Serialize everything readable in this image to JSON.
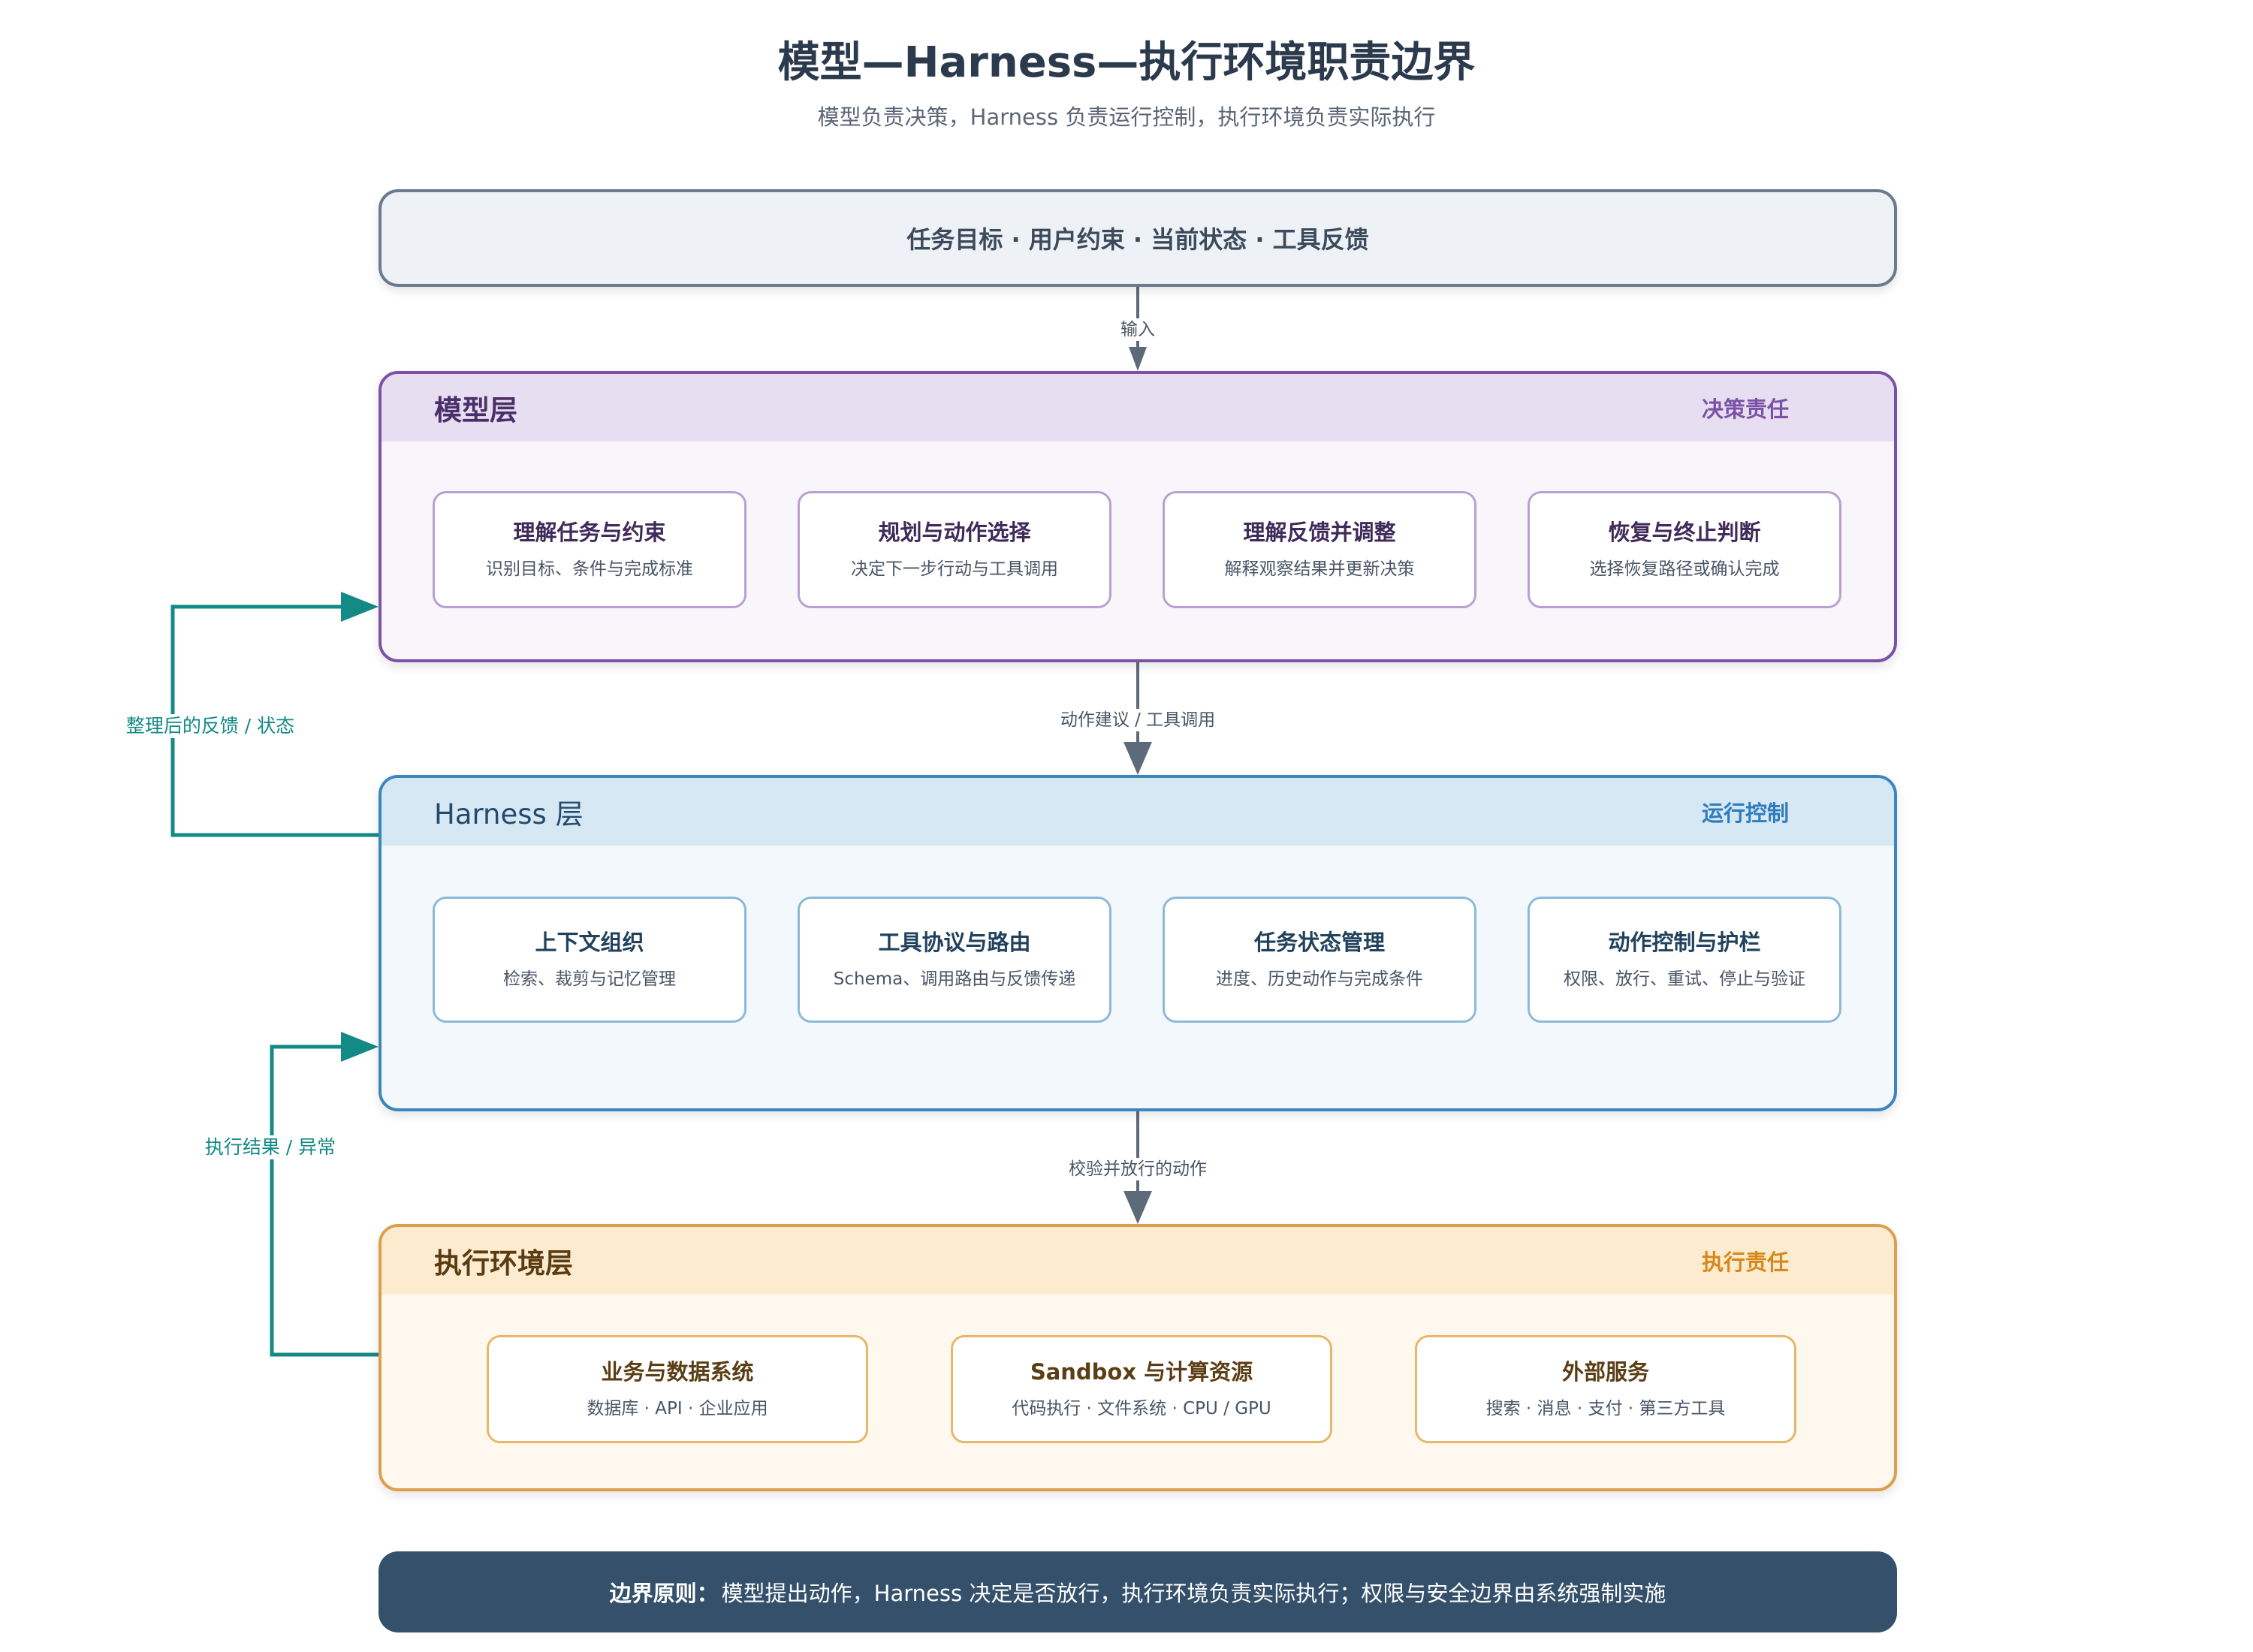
{
  "title": "模型—Harness—执行环境职责边界",
  "subtitle": "模型负责决策，Harness 负责运行控制，执行环境负责实际执行",
  "input_box": "任务目标 · 用户约束 · 当前状态 · 工具反馈",
  "flows": {
    "input": "输入",
    "model_to_harness": "动作建议 / 工具调用",
    "harness_to_env": "校验并放行的动作",
    "harness_to_model": "整理后的反馈 / 状态",
    "env_to_harness": "执行结果 / 异常"
  },
  "layers": {
    "model": {
      "name": "模型层",
      "tag": "决策责任",
      "cards": [
        {
          "title": "理解任务与约束",
          "desc": "识别目标、条件与完成标准"
        },
        {
          "title": "规划与动作选择",
          "desc": "决定下一步行动与工具调用"
        },
        {
          "title": "理解反馈并调整",
          "desc": "解释观察结果并更新决策"
        },
        {
          "title": "恢复与终止判断",
          "desc": "选择恢复路径或确认完成"
        }
      ]
    },
    "harness": {
      "name": "Harness 层",
      "tag": "运行控制",
      "cards": [
        {
          "title": "上下文组织",
          "desc": "检索、裁剪与记忆管理"
        },
        {
          "title": "工具协议与路由",
          "desc": "Schema、调用路由与反馈传递"
        },
        {
          "title": "任务状态管理",
          "desc": "进度、历史动作与完成条件"
        },
        {
          "title": "动作控制与护栏",
          "desc": "权限、放行、重试、停止与验证"
        }
      ]
    },
    "env": {
      "name": "执行环境层",
      "tag": "执行责任",
      "cards": [
        {
          "title": "业务与数据系统",
          "desc": "数据库 · API · 企业应用"
        },
        {
          "title": "Sandbox 与计算资源",
          "desc": "代码执行 · 文件系统 · CPU / GPU"
        },
        {
          "title": "外部服务",
          "desc": "搜索 · 消息 · 支付 · 第三方工具"
        }
      ]
    }
  },
  "principle": {
    "label": "边界原则：",
    "text": "模型提出动作，Harness 决定是否放行，执行环境负责实际执行；权限与安全边界由系统强制实施"
  },
  "colors": {
    "model": "#7b52a6",
    "harness": "#3b86bd",
    "env": "#dba04c",
    "feedback": "#138a85",
    "principle_bg": "#34506b"
  }
}
